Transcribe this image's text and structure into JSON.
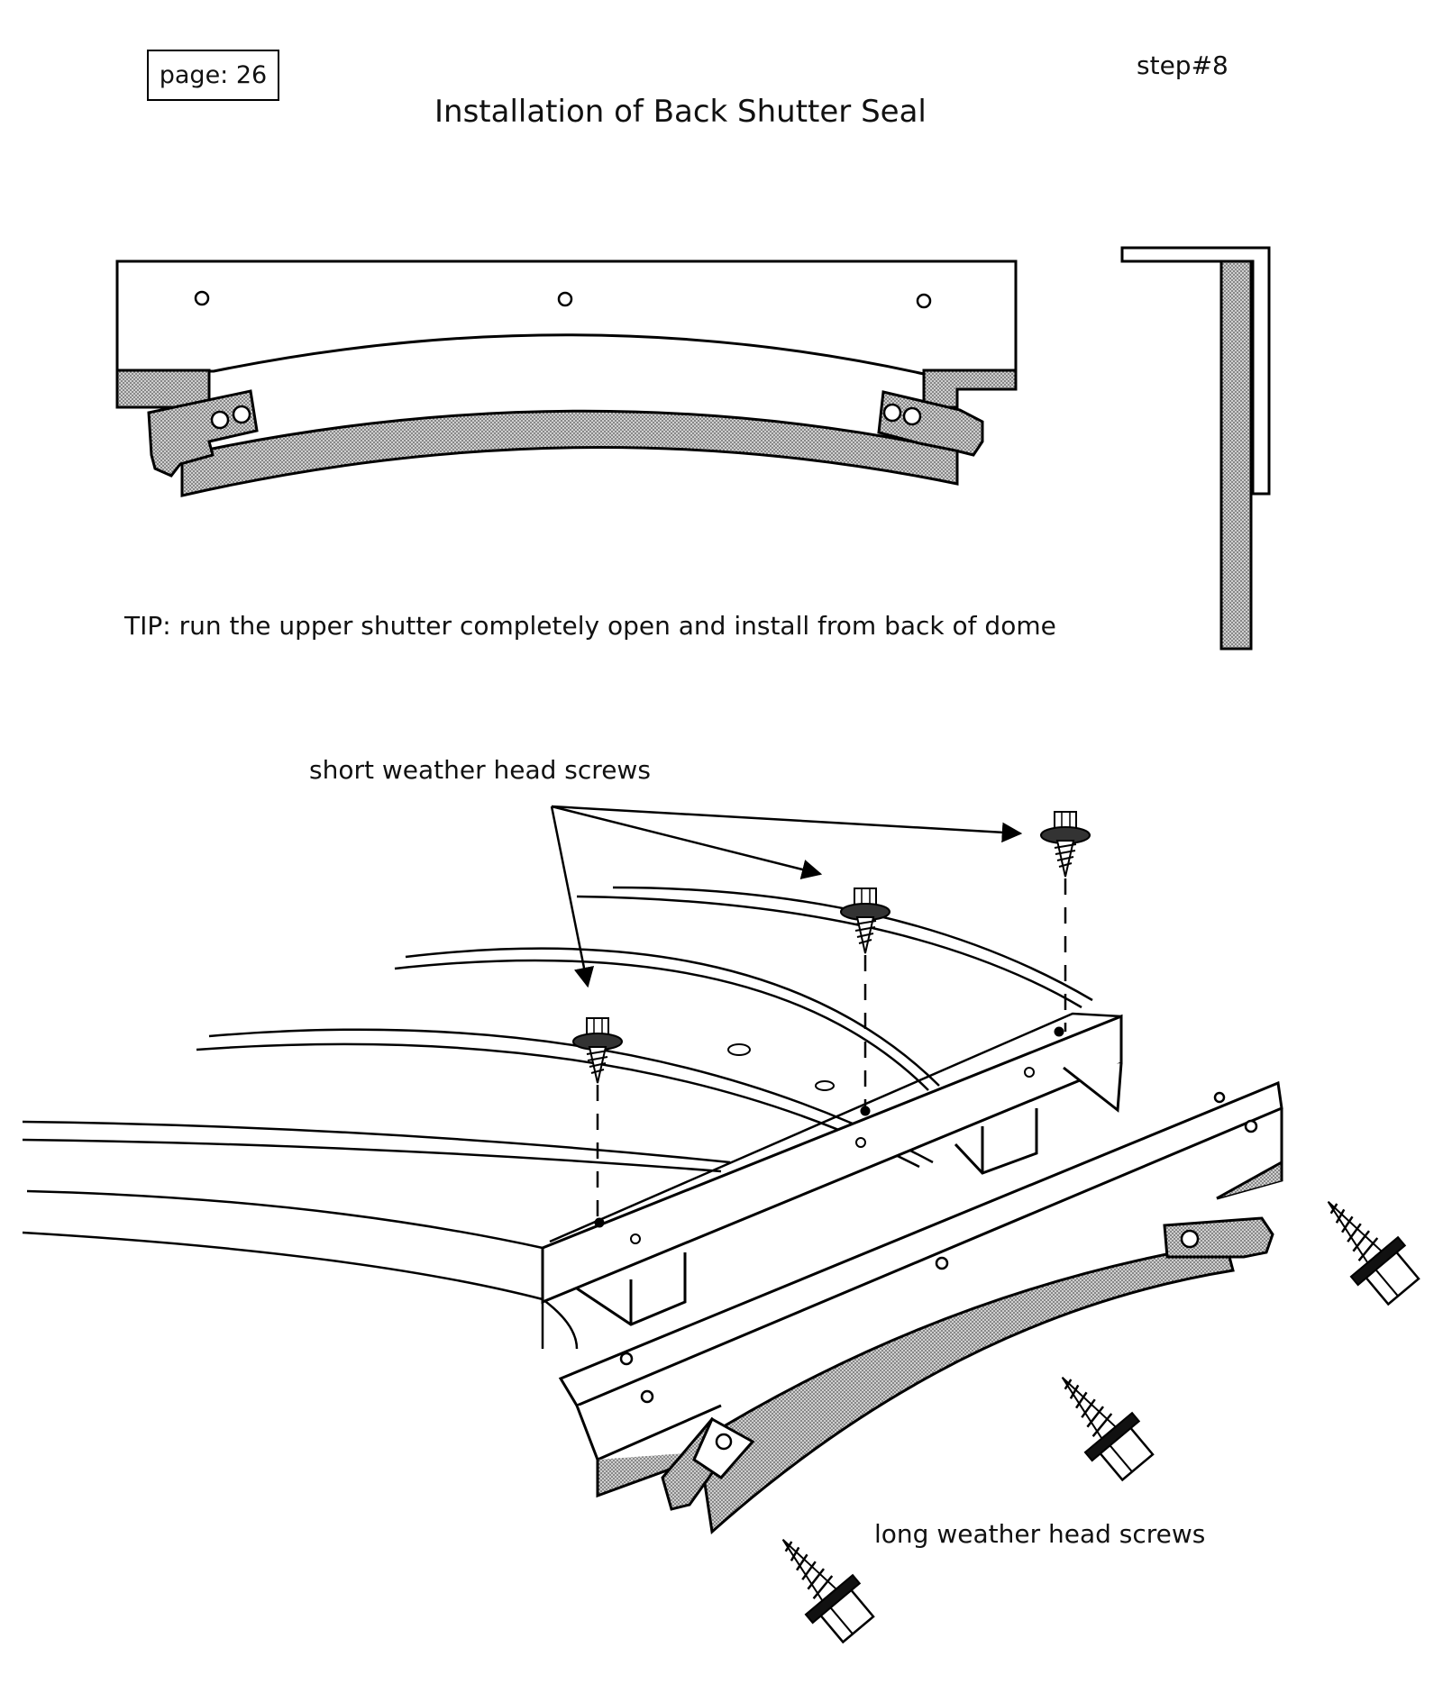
{
  "page": {
    "label": "page: 26",
    "step": "step#8"
  },
  "title": "Installation of Back Shutter Seal",
  "tip": "TIP: run the upper shutter completely open and install from back of dome",
  "labels": {
    "short_screws": "short weather head screws",
    "long_screws": "long weather head screws"
  },
  "colors": {
    "line": "#000000",
    "seal_fill": "#b9b9b9",
    "background": "#ffffff"
  }
}
